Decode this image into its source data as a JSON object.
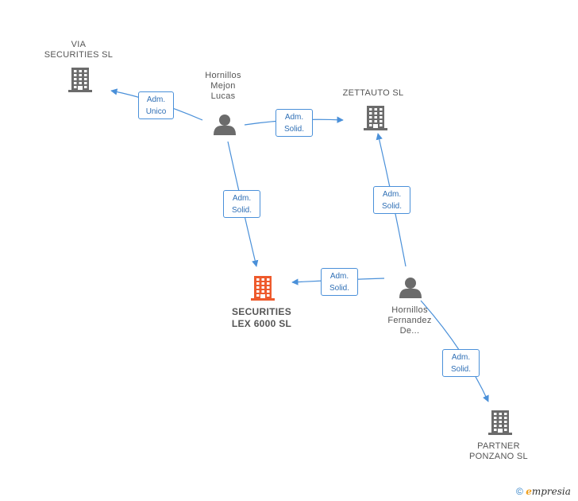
{
  "colors": {
    "edge": "#4a90d9",
    "company": "#6b6b6b",
    "focus_company": "#ee5a2c",
    "person": "#6b6b6b"
  },
  "nodes": {
    "via": {
      "type": "company",
      "lines": [
        "VIA",
        "SECURITIES SL"
      ]
    },
    "zettauto": {
      "type": "company",
      "lines": [
        "ZETTAUTO SL"
      ]
    },
    "securities": {
      "type": "company",
      "focus": true,
      "lines": [
        "SECURITIES",
        "LEX 6000  SL"
      ]
    },
    "partner": {
      "type": "company",
      "lines": [
        "PARTNER",
        "PONZANO  SL"
      ]
    },
    "mejon": {
      "type": "person",
      "lines": [
        "Hornillos",
        "Mejon",
        "Lucas"
      ]
    },
    "fernandez": {
      "type": "person",
      "lines": [
        "Hornillos",
        "Fernandez",
        "De..."
      ]
    }
  },
  "edges": [
    {
      "from": "mejon",
      "to": "via",
      "label": [
        "Adm.",
        "Unico"
      ]
    },
    {
      "from": "mejon",
      "to": "zettauto",
      "label": [
        "Adm.",
        "Solid."
      ]
    },
    {
      "from": "mejon",
      "to": "securities",
      "label": [
        "Adm.",
        "Solid."
      ]
    },
    {
      "from": "fernandez",
      "to": "zettauto",
      "label": [
        "Adm.",
        "Solid."
      ]
    },
    {
      "from": "fernandez",
      "to": "securities",
      "label": [
        "Adm.",
        "Solid."
      ]
    },
    {
      "from": "fernandez",
      "to": "partner",
      "label": [
        "Adm.",
        "Solid."
      ]
    }
  ],
  "footer": {
    "copyright": "©",
    "brand_first": "e",
    "brand_rest": "mpresia"
  }
}
